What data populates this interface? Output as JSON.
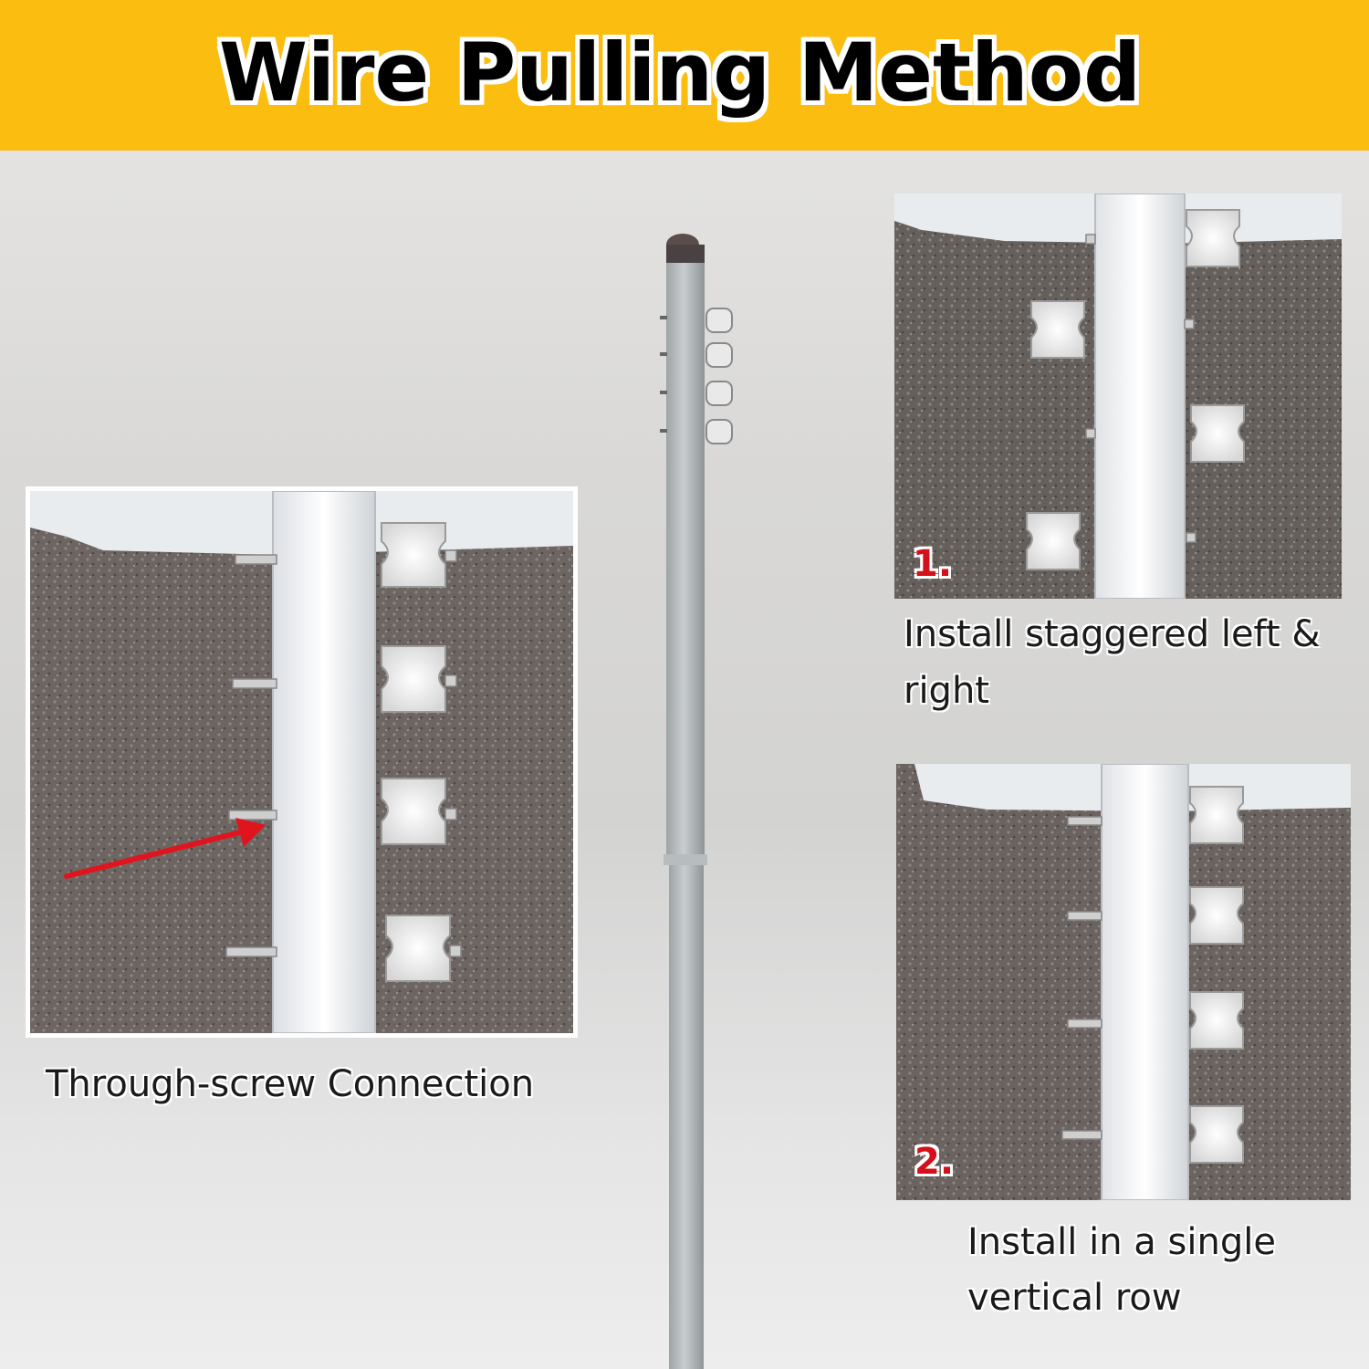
{
  "banner": {
    "title": "Wire Pulling Method",
    "color": "#fbbd0f"
  },
  "panels": {
    "main": {
      "caption": "Through-screw Connection"
    },
    "staggered": {
      "number": "1.",
      "caption_line1": "Install staggered left &",
      "caption_line2": "right"
    },
    "single_row": {
      "number": "2.",
      "caption_line1": "Install in a single",
      "caption_line2": "vertical row"
    }
  },
  "colors": {
    "number_red": "#d4101b",
    "arrow_red": "#e0141e",
    "insulator": "#f2f2f2"
  }
}
